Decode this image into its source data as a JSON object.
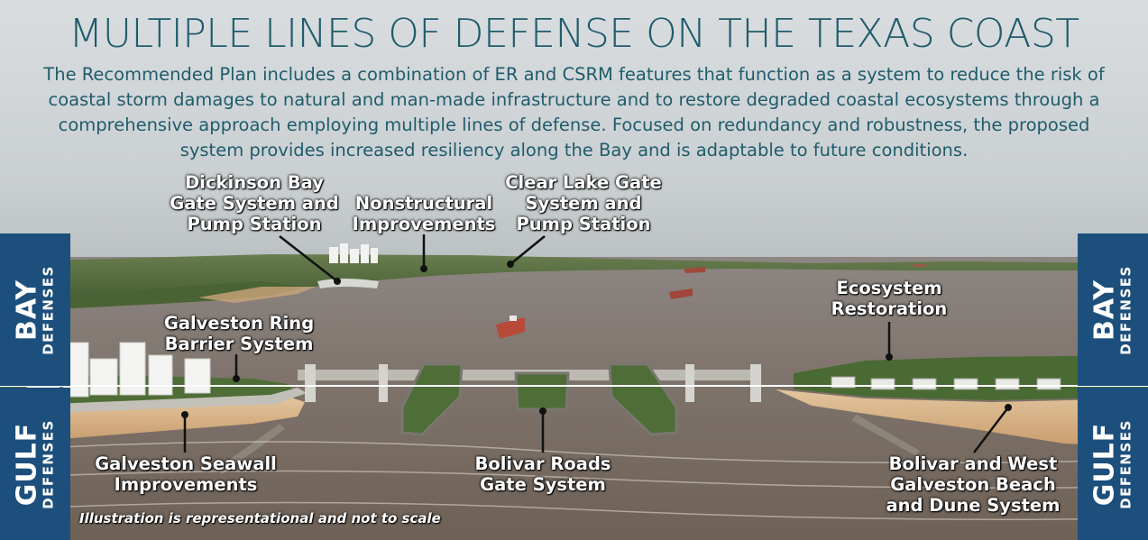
{
  "title": "MULTIPLE LINES OF DEFENSE ON THE TEXAS COAST",
  "subtitle": "The Recommended Plan includes a combination of ER and CSRM features that function as a system to reduce the risk of coastal storm damages to natural and man-made infrastructure and to restore degraded coastal ecosystems through a comprehensive approach employing multiple lines of defense. Focused on redundancy and robustness, the proposed system provides increased resiliency along the Bay and is adaptable to future conditions.",
  "bands": {
    "bay": {
      "big": "BAY",
      "small": "DEFENSES"
    },
    "gulf": {
      "big": "GULF",
      "small": "DEFENSES"
    }
  },
  "callouts": {
    "dickinson": "Dickinson Bay\nGate System and\nPump Station",
    "nonstructural": "Nonstructural\nImprovements",
    "clear_lake": "Clear Lake Gate\nSystem and\nPump Station",
    "ecosystem": "Ecosystem\nRestoration",
    "ring": "Galveston Ring\nBarrier System",
    "seawall": "Galveston Seawall\nImprovements",
    "bolivar_roads": "Bolivar Roads\nGate System",
    "bolivar_beach": "Bolivar and West\nGalveston Beach\nand Dune System"
  },
  "note": "Illustration is representational and not to scale",
  "colors": {
    "title_teal": "#1f5c6b",
    "band_blue": "#1d4f7c",
    "water": "#8a7d72",
    "land_green": "#4f6a3a",
    "sand": "#d8b48a",
    "divider": "#ffffff"
  }
}
